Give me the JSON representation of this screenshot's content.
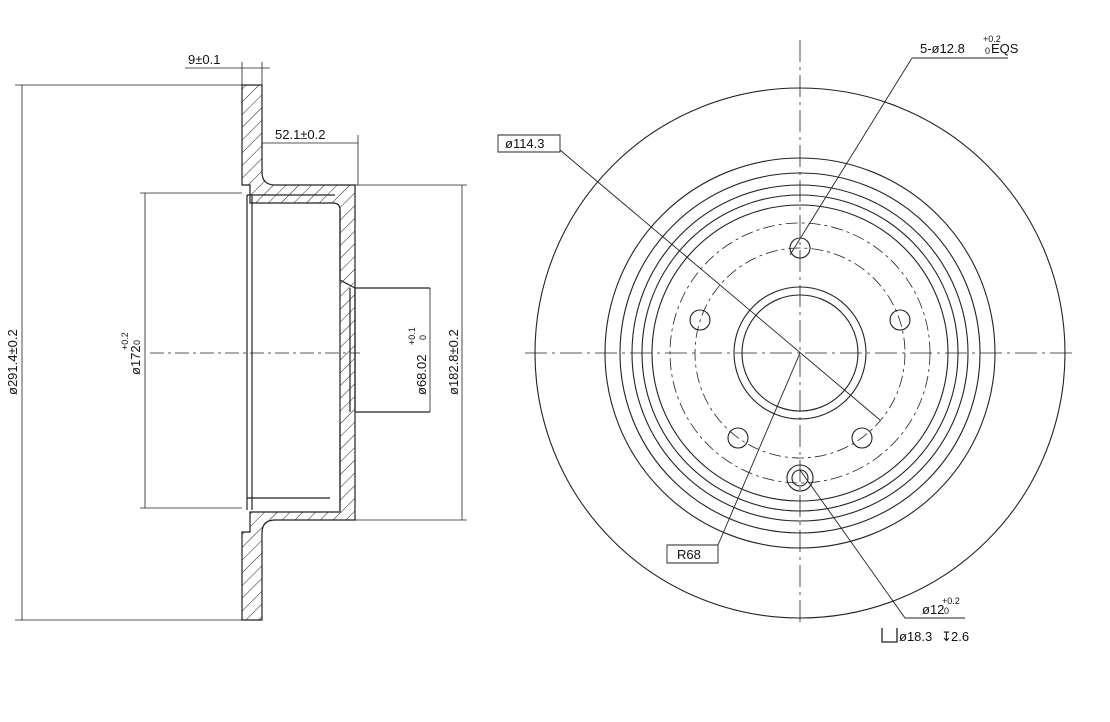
{
  "section_view": {
    "thickness": "9±0.1",
    "offset": "52.1±0.2",
    "outer_diameter": "ø291.4±0.2",
    "inner_diameter": "ø172",
    "inner_diameter_tol_upper": "+0.2",
    "inner_diameter_tol_lower": "0",
    "center_bore": "ø68.02",
    "center_bore_tol_upper": "+0.1",
    "center_bore_tol_lower": "0",
    "hat_diameter": "ø182.8±0.2"
  },
  "front_view": {
    "bolt_holes": "5-ø12.8",
    "bolt_holes_tol_upper": "+0.2",
    "bolt_holes_tol_lower": "0",
    "bolt_holes_suffix": "EQS",
    "pcd": "ø114.3",
    "radius": "R68",
    "hole": "ø12",
    "hole_tol_upper": "+0.2",
    "hole_tol_lower": "0",
    "counterbore": "ø18.3",
    "counterbore_depth": "2.6"
  }
}
